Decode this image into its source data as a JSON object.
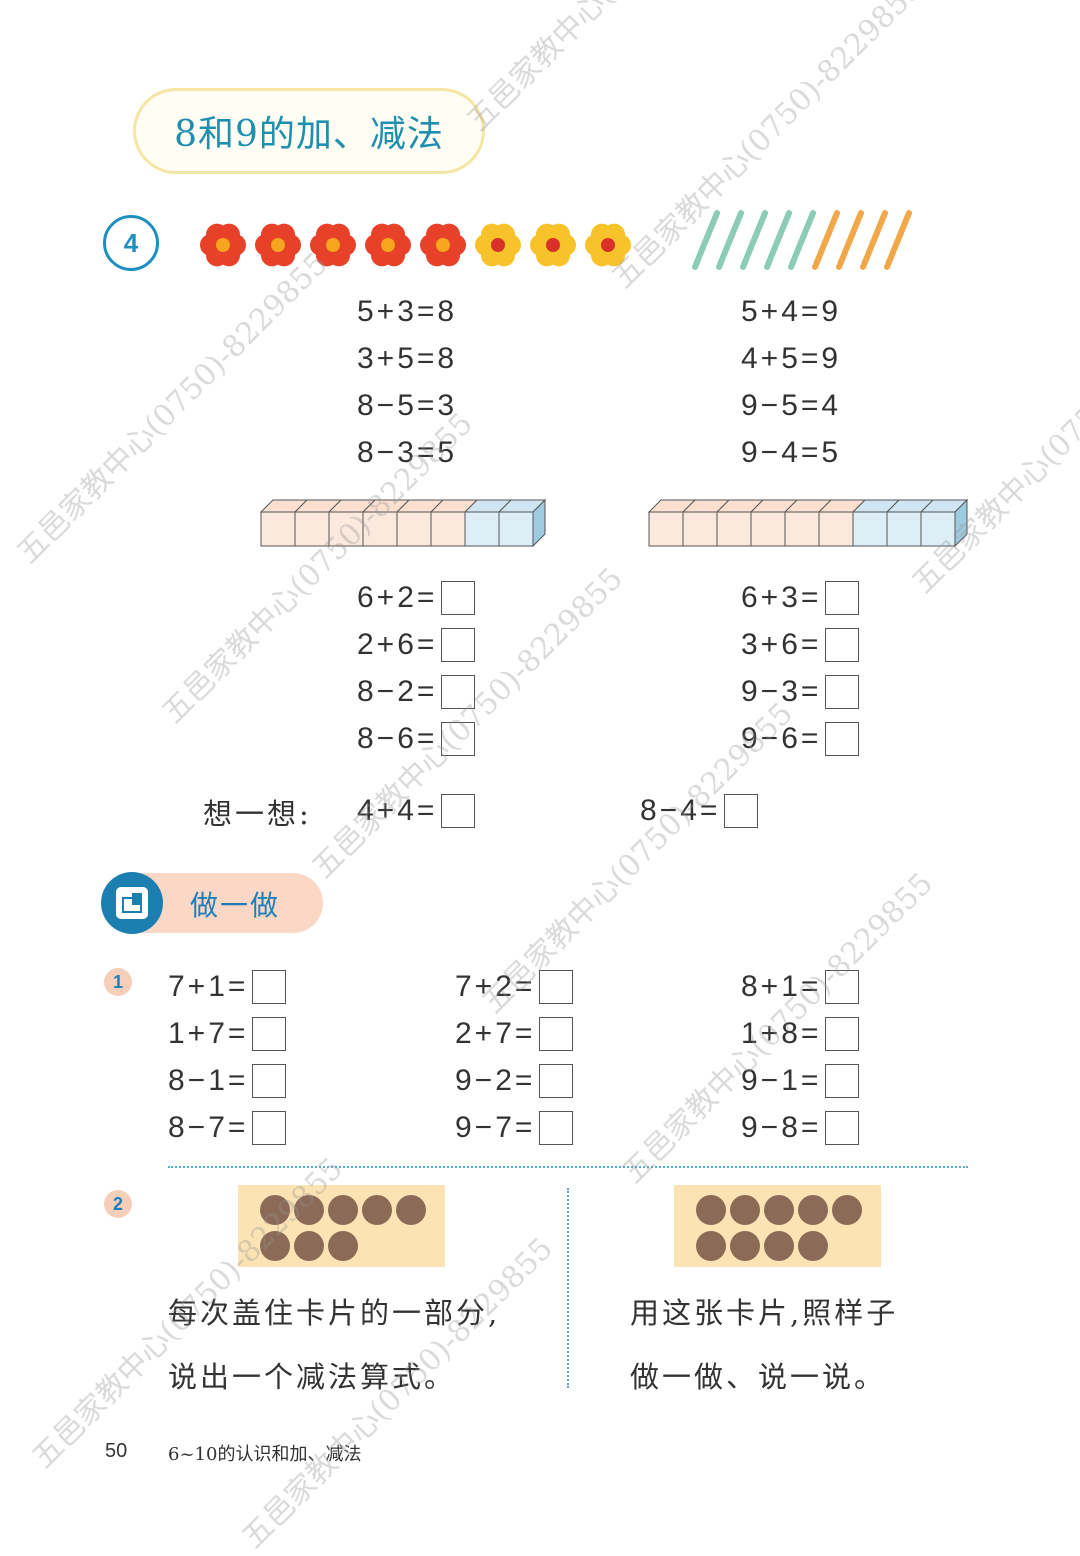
{
  "title": "8和9的加、减法",
  "example": {
    "number": "4",
    "left_equations": [
      "5+3=8",
      "3+5=8",
      "8−5=3",
      "8−3=5"
    ],
    "right_equations": [
      "5+4=9",
      "4+5=9",
      "9−5=4",
      "9−4=5"
    ],
    "left_cubes": {
      "total": 8,
      "highlighted": 2
    },
    "right_cubes": {
      "total": 9,
      "highlighted": 3
    },
    "flowers": {
      "red": 5,
      "yellow": 3
    },
    "sticks": {
      "green": 5,
      "orange": 4
    },
    "left_exercises": [
      "6+2=",
      "2+6=",
      "8−2=",
      "8−6="
    ],
    "right_exercises": [
      "6+3=",
      "3+6=",
      "9−3=",
      "9−6="
    ],
    "think_label": "想一想:",
    "think_eq1": "4+4=",
    "think_eq2": "8−4="
  },
  "practice": {
    "label": "做一做",
    "q1_number": "1",
    "col1": [
      "7+1=",
      "1+7=",
      "8−1=",
      "8−7="
    ],
    "col2": [
      "7+2=",
      "2+7=",
      "9−2=",
      "9−7="
    ],
    "col3": [
      "8+1=",
      "1+8=",
      "9−1=",
      "9−8="
    ],
    "q2_number": "2",
    "left_card_dots": 8,
    "right_card_dots": 9,
    "left_text_line1": "每次盖住卡片的一部分,",
    "left_text_line2": "说出一个减法算式。",
    "right_text_line1": "用这张卡片,照样子",
    "right_text_line2": "做一做、说一说。"
  },
  "footer": {
    "page_number": "50",
    "chapter": "6~10的认识和加、减法"
  },
  "watermark_text": "五邑家教中心(0750)-8229855",
  "colors": {
    "title_blue": "#1f8fb0",
    "accent_blue": "#1e8fbf",
    "red_flower": "#e8412a",
    "yellow_flower": "#f7c22a",
    "green_stick": "#8ccbb5",
    "orange_stick": "#f2a848",
    "cube_pink": "#fbe9dd",
    "cube_blue": "#ddeef6",
    "card_bg": "#fbe3b4",
    "dot_brown": "#8c6a58"
  }
}
